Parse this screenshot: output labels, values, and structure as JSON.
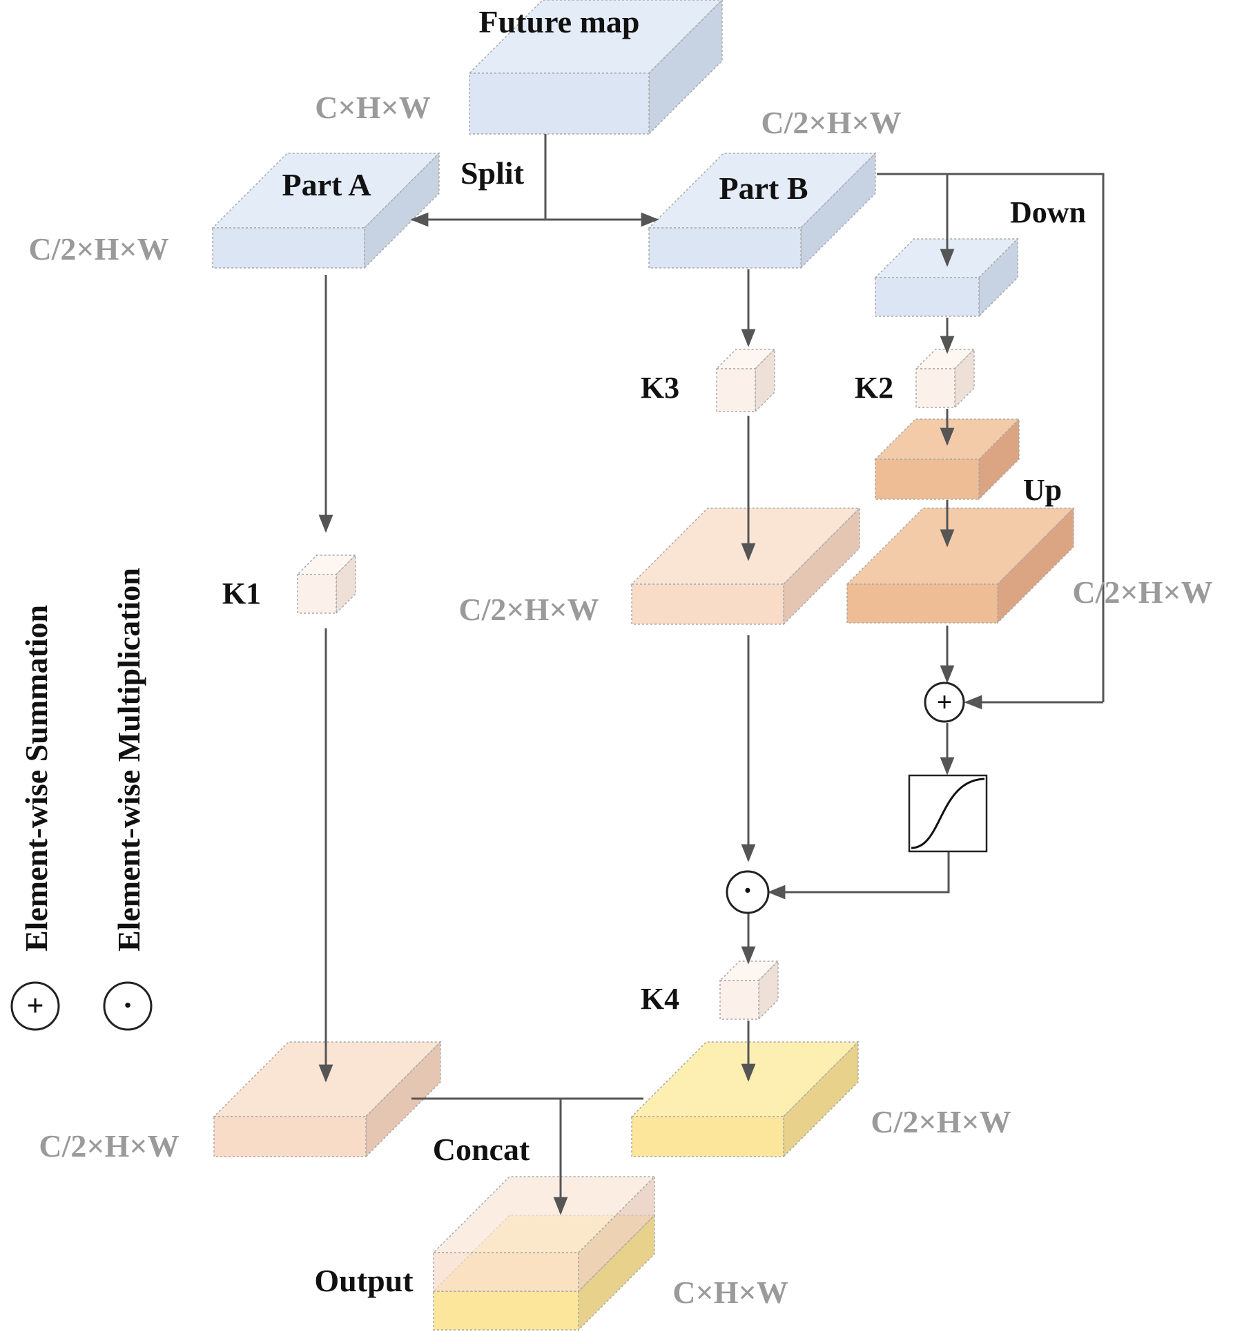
{
  "colors": {
    "blue_front": "#dbe5f4",
    "blue_top": "#e4ecf8",
    "blue_side": "#c7d2e2",
    "peach_front": "#f8dcc8",
    "peach_top": "#fae5d5",
    "peach_side": "#e5c6b3",
    "orange_front": "#efbd95",
    "orange_top": "#f4cba8",
    "orange_side": "#dba583",
    "yellow_front": "#fbe69c",
    "yellow_top": "#fdeeb2",
    "yellow_side": "#e7d18b",
    "kernel_front": "#fcf1ea",
    "kernel_top": "#fdf6f1",
    "kernel_side": "#eee0d7",
    "arrow": "#555555",
    "dim_text": "#9a9a9a"
  },
  "labels": {
    "future_map": "Future map",
    "part_a": "Part A",
    "part_b": "Part B",
    "split": "Split",
    "down": "Down",
    "up": "Up",
    "k1": "K1",
    "k2": "K2",
    "k3": "K3",
    "k4": "K4",
    "concat": "Concat",
    "output": "Output"
  },
  "dims": {
    "input": "C×H×W",
    "part_b": "C/2×H×W",
    "part_a": "C/2×H×W",
    "k3_branch": "C/2×H×W",
    "up_branch": "C/2×H×W",
    "a_result": "C/2×H×W",
    "b_result": "C/2×H×W",
    "output": "C×H×W"
  },
  "legend": {
    "sum_symbol": "+",
    "sum_label": "Element-wise Summation",
    "mul_symbol": "·",
    "mul_label": "Element-wise Multiplication"
  },
  "operators": {
    "plus": "+",
    "dot": "·"
  },
  "icons": [
    "sigmoid-icon",
    "plus-icon",
    "dot-icon"
  ]
}
